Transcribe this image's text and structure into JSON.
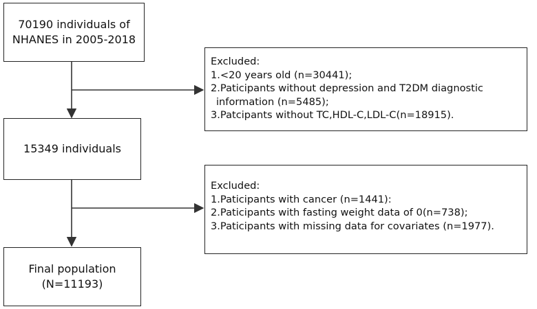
{
  "boxes": {
    "start": {
      "line1": "70190 individuals of",
      "line2": "NHANES in 2005-2018"
    },
    "middle": {
      "line1": "15349 individuals"
    },
    "final": {
      "line1": "Final population",
      "line2": "(N=11193)"
    }
  },
  "exclusions": [
    {
      "title": "Excluded:",
      "items": [
        "1.<20 years old (n=30441);",
        "2.Paticipants without depression and T2DM diagnostic",
        "information (n=5485);",
        "3.Patcipants without TC,HDL-C,LDL-C(n=18915)."
      ]
    },
    {
      "title": "Excluded:",
      "items": [
        "1.Paticipants with cancer (n=1441):",
        "2.Paticipants with fasting weight data of 0(n=738);",
        "3.Paticipants with missing data for covariates (n=1977)."
      ]
    }
  ]
}
